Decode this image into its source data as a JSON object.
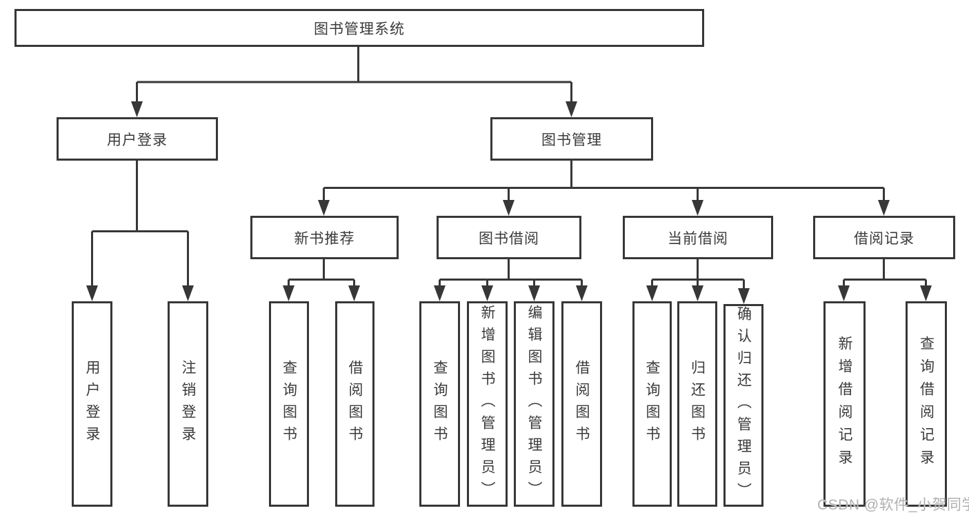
{
  "colors": {
    "background": "#ffffff",
    "line": "#373737",
    "box_border": "#373737",
    "text": "#3a3a3a",
    "watermark": "#b0b0b0"
  },
  "watermark": "CSDN @软件_小贺同学",
  "tree": {
    "root": {
      "label": "图书管理系统"
    },
    "branches": [
      {
        "label": "用户登录",
        "children": [
          {
            "label": "用户登录"
          },
          {
            "label": "注销登录"
          }
        ]
      },
      {
        "label": "图书管理",
        "children": [
          {
            "label": "新书推荐",
            "children": [
              {
                "label": "查询图书"
              },
              {
                "label": "借阅图书"
              }
            ]
          },
          {
            "label": "图书借阅",
            "children": [
              {
                "label": "查询图书"
              },
              {
                "label": "新增图书（管理员）"
              },
              {
                "label": "编辑图书（管理员）"
              },
              {
                "label": "借阅图书"
              }
            ]
          },
          {
            "label": "当前借阅",
            "children": [
              {
                "label": "查询图书"
              },
              {
                "label": "归还图书"
              },
              {
                "label": "确认归还（管理员）"
              }
            ]
          },
          {
            "label": "借阅记录",
            "children": [
              {
                "label": "新增借阅记录"
              },
              {
                "label": "查询借阅记录"
              }
            ]
          }
        ]
      }
    ]
  }
}
